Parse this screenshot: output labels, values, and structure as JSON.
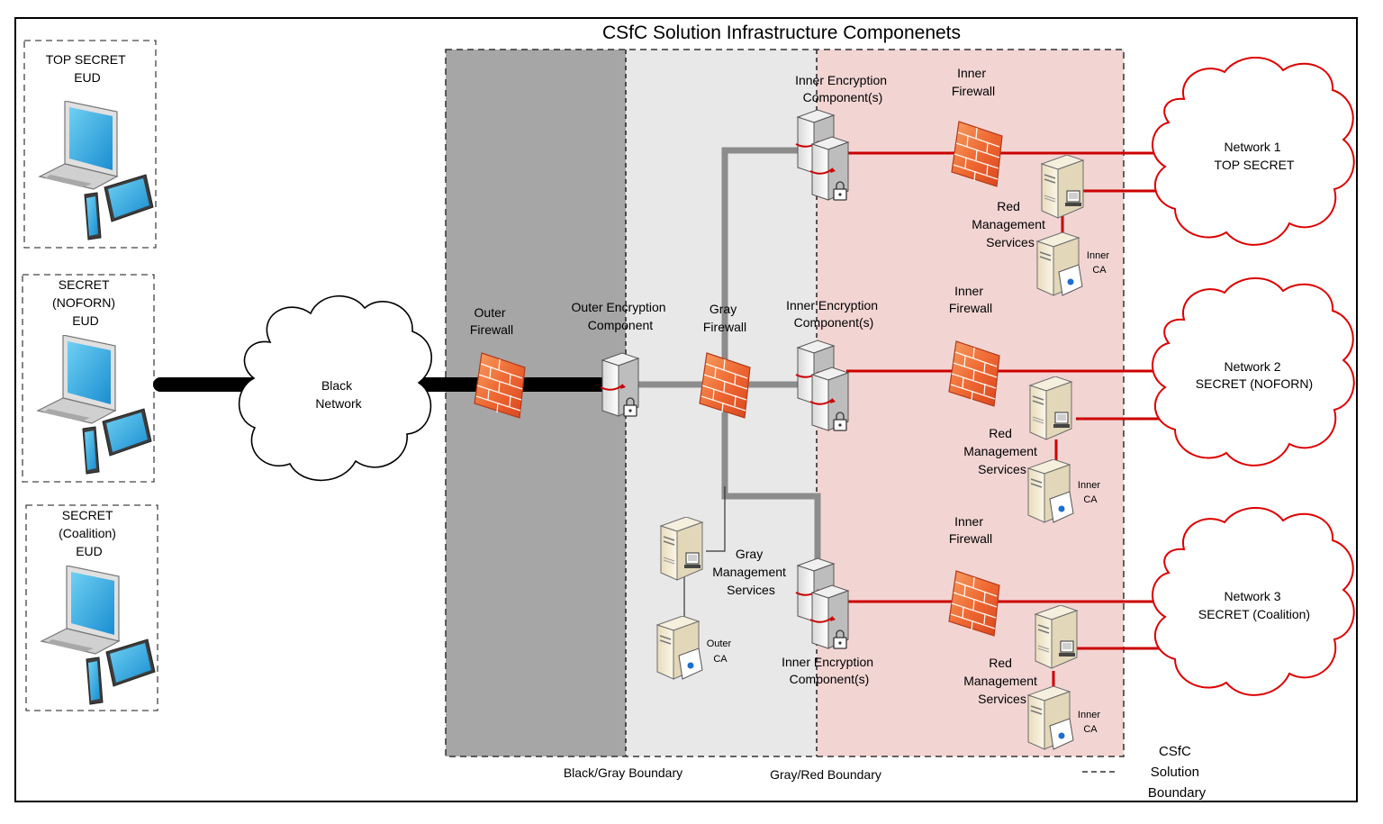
{
  "title": "CSfC Solution Infrastructure Componenets",
  "euds": [
    {
      "line1": "TOP SECRET",
      "line2": "EUD",
      "line3": ""
    },
    {
      "line1": "SECRET",
      "line2": "(NOFORN)",
      "line3": "EUD"
    },
    {
      "line1": "SECRET",
      "line2": "(Coalition)",
      "line3": "EUD"
    }
  ],
  "black_network": {
    "line1": "Black",
    "line2": "Network"
  },
  "outer_firewall": {
    "line1": "Outer",
    "line2": "Firewall"
  },
  "outer_encryption": {
    "line1": "Outer Encryption",
    "line2": "Component"
  },
  "gray_firewall": {
    "line1": "Gray",
    "line2": "Firewall"
  },
  "inner_encryption": {
    "line1": "Inner Encryption",
    "line2": "Component(s)"
  },
  "inner_firewall": {
    "line1": "Inner",
    "line2": "Firewall"
  },
  "red_mgmt": {
    "line1": "Red",
    "line2": "Management",
    "line3": "Services"
  },
  "inner_ca": {
    "line1": "Inner",
    "line2": "CA"
  },
  "gray_mgmt": {
    "line1": "Gray",
    "line2": "Management",
    "line3": "Services"
  },
  "outer_ca": {
    "line1": "Outer",
    "line2": "CA"
  },
  "networks": [
    {
      "line1": "Network 1",
      "line2": "TOP SECRET"
    },
    {
      "line1": "Network 2",
      "line2": "SECRET (NOFORN)"
    },
    {
      "line1": "Network 3",
      "line2": "SECRET (Coalition)"
    }
  ],
  "legend": {
    "black_gray": "Black/Gray Boundary",
    "gray_red": "Gray/Red Boundary",
    "csfc_line1": "CSfC",
    "csfc_line2": "Solution",
    "csfc_line3": "Boundary"
  },
  "colors": {
    "black_zone": "#a6a6a6",
    "gray_zone": "#e8e8e8",
    "red_zone": "#f2d5d3",
    "red_link": "#cc0000",
    "gray_link": "#8c8c8c",
    "black_link": "#000000"
  }
}
